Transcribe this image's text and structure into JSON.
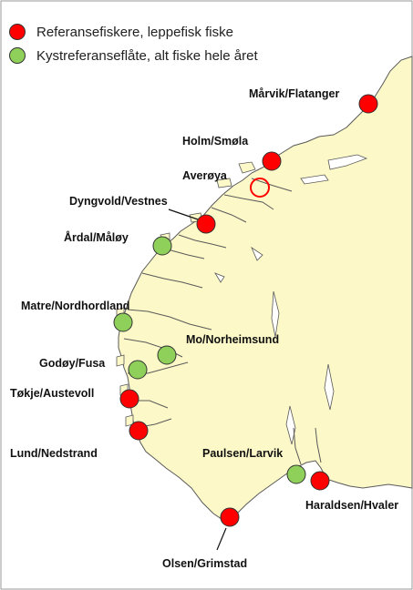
{
  "legend": {
    "items": [
      {
        "label": "Referansefiskere, leppefisk fiske",
        "color": "#ff0000"
      },
      {
        "label": "Kystreferanseflåte, alt fiske hele året",
        "color": "#8fd05a"
      }
    ]
  },
  "colors": {
    "land": "#fcf8c8",
    "coast": "#5a5a5a",
    "water": "#ffffff",
    "red": "#ff0000",
    "green": "#8fd05a"
  },
  "sites": [
    {
      "id": "marvik",
      "label": "Mårvik/Flatanger",
      "type": "red"
    },
    {
      "id": "holm",
      "label": "Holm/Smøla",
      "type": "red"
    },
    {
      "id": "averoya",
      "label": "Averøya",
      "type": "red-outline"
    },
    {
      "id": "dyngvold",
      "label": "Dyngvold/Vestnes",
      "type": "red"
    },
    {
      "id": "ardal",
      "label": "Årdal/Måløy",
      "type": "green"
    },
    {
      "id": "matre",
      "label": "Matre/Nordhordland",
      "type": "green"
    },
    {
      "id": "mo",
      "label": "Mo/Norheimsund",
      "type": "green"
    },
    {
      "id": "godoy",
      "label": "Godøy/Fusa",
      "type": "green"
    },
    {
      "id": "tokje",
      "label": "Tøkje/Austevoll",
      "type": "red"
    },
    {
      "id": "lund",
      "label": "Lund/Nedstrand",
      "type": "red"
    },
    {
      "id": "paulsen",
      "label": "Paulsen/Larvik",
      "type": "green"
    },
    {
      "id": "haraldsen",
      "label": "Haraldsen/Hvaler",
      "type": "red"
    },
    {
      "id": "olsen",
      "label": "Olsen/Grimstad",
      "type": "red"
    }
  ]
}
